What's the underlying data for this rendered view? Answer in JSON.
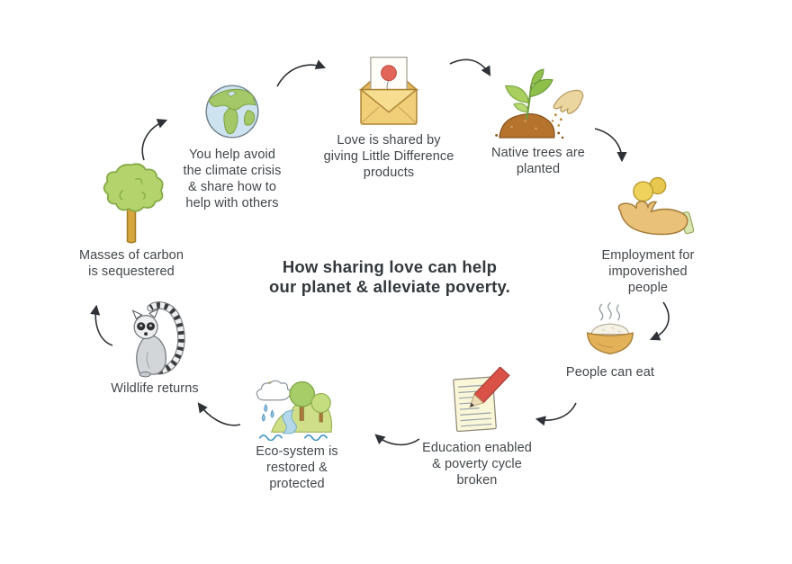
{
  "title": {
    "lines": [
      "How sharing love can help",
      "our planet & alleviate poverty."
    ]
  },
  "colors": {
    "background": "#ffffff",
    "text": "#42474b",
    "title": "#33383c",
    "arrow": "#2e3236",
    "envelope": "#f1cf79",
    "balloon": "#e2655a",
    "leaf": "#9ec455",
    "soil": "#b5732e",
    "hand": "#e9c178",
    "coin": "#eed25c",
    "bowl": "#e2b158",
    "notebook": "#faf6d8",
    "pencil": "#d95147",
    "river": "#b3d8e9",
    "hill": "#cfdf87",
    "lemur": "#d3d6d9",
    "tree_canopy": "#b5d36c",
    "trunk": "#d8a63e",
    "ocean": "#cde3ef",
    "continent": "#a4c868"
  },
  "nodes": [
    {
      "name": "love-shared",
      "icon": "envelope-balloon-icon",
      "lines": [
        "Love is shared by",
        "giving Little Difference",
        "products"
      ]
    },
    {
      "name": "native-trees",
      "icon": "seedling-hand-icon",
      "lines": [
        "Native trees are",
        "planted"
      ]
    },
    {
      "name": "employment",
      "icon": "hand-coins-icon",
      "lines": [
        "Employment for",
        "impoverished",
        "people"
      ]
    },
    {
      "name": "people-eat",
      "icon": "rice-bowl-icon",
      "lines": [
        "People can eat"
      ]
    },
    {
      "name": "education",
      "icon": "notebook-pencil-icon",
      "lines": [
        "Education enabled",
        "& poverty cycle",
        "broken"
      ]
    },
    {
      "name": "ecosystem",
      "icon": "landscape-rain-icon",
      "lines": [
        "Eco-system is",
        "restored &",
        "protected"
      ]
    },
    {
      "name": "wildlife",
      "icon": "lemur-icon",
      "lines": [
        "Wildlife returns"
      ]
    },
    {
      "name": "carbon-sequestered",
      "icon": "tree-icon",
      "lines": [
        "Masses of carbon",
        "is sequestered"
      ]
    },
    {
      "name": "avoid-climate-crisis",
      "icon": "earth-globe-icon",
      "lines": [
        "You help avoid",
        "the climate crisis",
        "& share how to",
        "help with others"
      ]
    }
  ]
}
